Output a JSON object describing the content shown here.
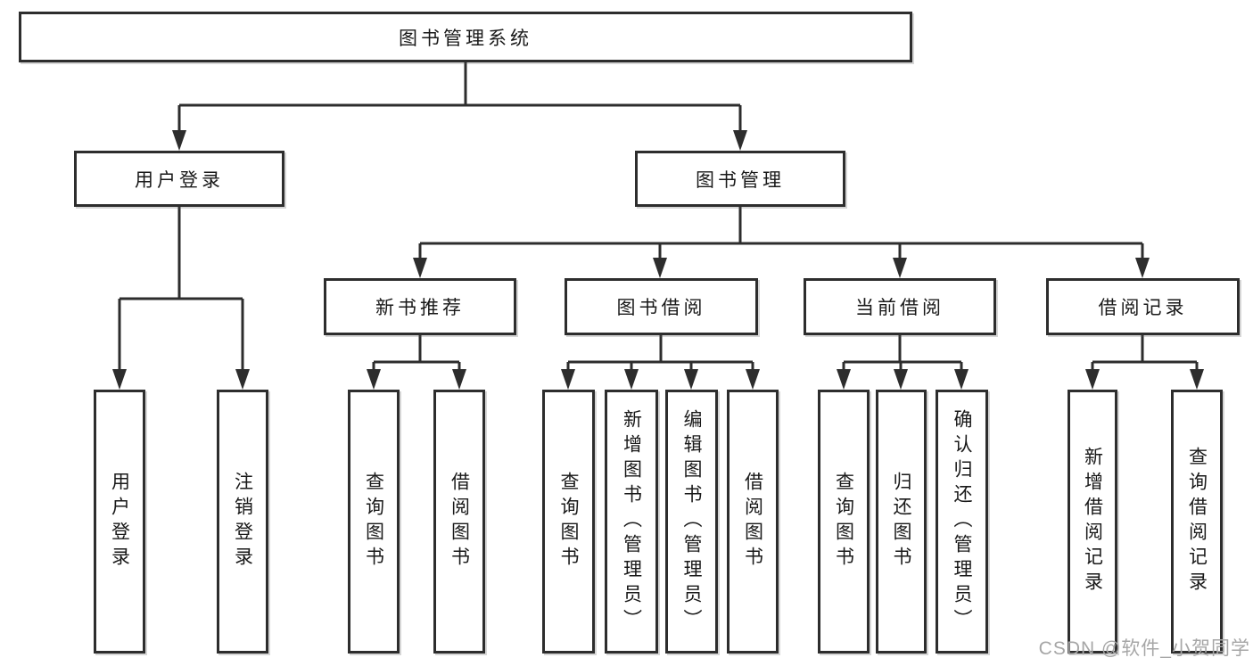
{
  "diagram": {
    "root": {
      "label": "图书管理系统"
    },
    "level2": [
      {
        "label": "用户登录"
      },
      {
        "label": "图书管理"
      }
    ],
    "level3": [
      {
        "label": "新书推荐"
      },
      {
        "label": "图书借阅"
      },
      {
        "label": "当前借阅"
      },
      {
        "label": "借阅记录"
      }
    ],
    "leaves": {
      "login": [
        "用户登录",
        "注销登录"
      ],
      "recommend": [
        "查询图书",
        "借阅图书"
      ],
      "borrow": [
        "查询图书",
        "新增图书（管理员）",
        "编辑图书（管理员）",
        "借阅图书"
      ],
      "current": [
        "查询图书",
        "归还图书",
        "确认归还（管理员）"
      ],
      "records": [
        "新增借阅记录",
        "查询借阅记录"
      ]
    },
    "watermark": "CSDN @软件_小贺同学",
    "colors": {
      "line": "#2d2d2d",
      "box_border": "#2d2d2d",
      "text": "#191919",
      "watermark": "#a6a6a6",
      "background": "#ffffff"
    }
  }
}
